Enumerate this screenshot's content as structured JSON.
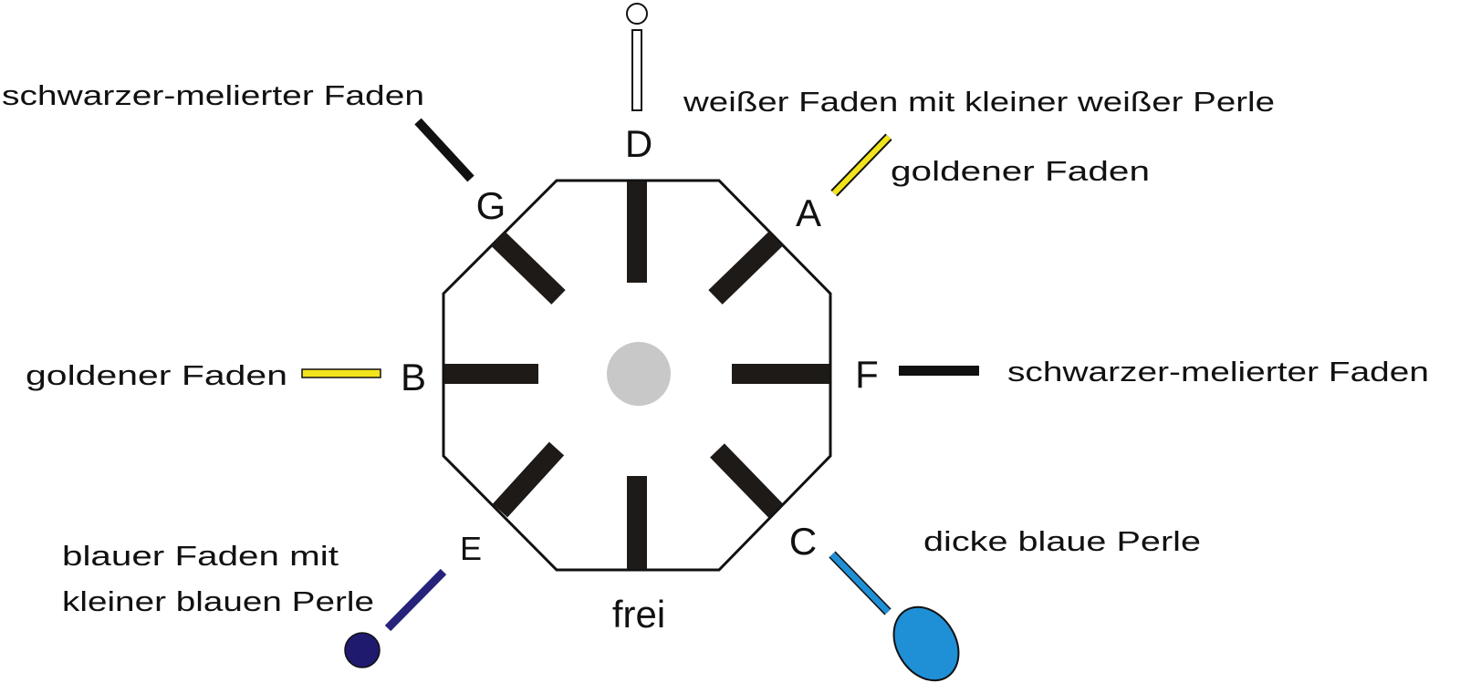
{
  "diagram": {
    "positions": {
      "A": {
        "letter": "A",
        "description": "goldener Faden",
        "color": "#f2e41c"
      },
      "B": {
        "letter": "B",
        "description": "goldener Faden",
        "color": "#f2e41c"
      },
      "C": {
        "letter": "C",
        "description": "dicke blaue Perle",
        "color": "#1f8fd6"
      },
      "D": {
        "letter": "D",
        "description": "weißer Faden mit kleiner weißer Perle",
        "color": "#ffffff"
      },
      "E": {
        "letter": "E",
        "description_line1": "blauer Faden mit",
        "description_line2": "kleiner blauen Perle",
        "color": "#27237a"
      },
      "F": {
        "letter": "F",
        "description": "schwarzer-melierter Faden",
        "color": "#111111"
      },
      "G": {
        "letter": "G",
        "description": "schwarzer-melierter Faden",
        "color": "#111111"
      }
    },
    "bottom_label": "frei",
    "center_color": "#c8c8c8",
    "slot_color": "#1e1a18"
  }
}
